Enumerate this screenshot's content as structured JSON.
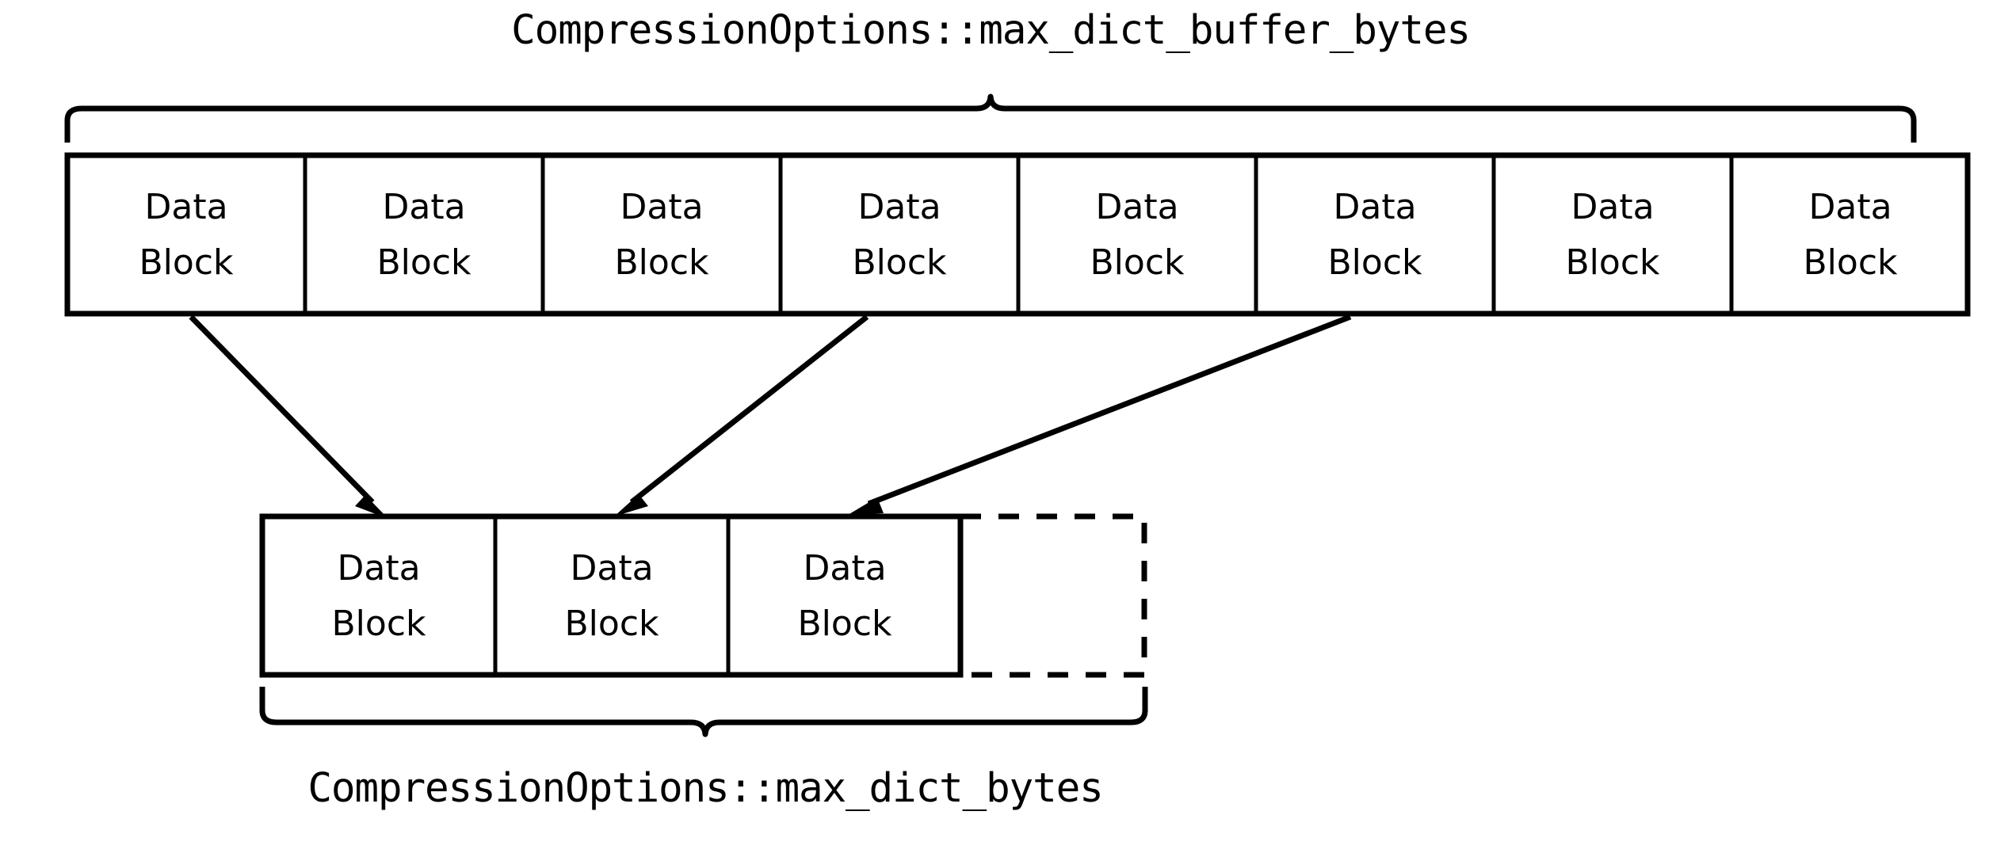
{
  "diagram": {
    "title": "CompressionOptions::max_dict_buffer_bytes",
    "top_brace_label": "CompressionOptions::max_dict_buffer_bytes",
    "bottom_brace_label": "CompressionOptions::max_dict_bytes",
    "colors": {
      "stroke": "#000000",
      "background": "#ffffff",
      "text": "#000000"
    },
    "top_row": {
      "name": "buffered-data-blocks",
      "block_count": 8,
      "blocks": [
        {
          "line1": "Data",
          "line2": "Block"
        },
        {
          "line1": "Data",
          "line2": "Block"
        },
        {
          "line1": "Data",
          "line2": "Block"
        },
        {
          "line1": "Data",
          "line2": "Block"
        },
        {
          "line1": "Data",
          "line2": "Block"
        },
        {
          "line1": "Data",
          "line2": "Block"
        },
        {
          "line1": "Data",
          "line2": "Block"
        },
        {
          "line1": "Data",
          "line2": "Block"
        }
      ]
    },
    "bottom_row": {
      "name": "dictionary-data-blocks",
      "block_count": 3,
      "blocks": [
        {
          "line1": "Data",
          "line2": "Block"
        },
        {
          "line1": "Data",
          "line2": "Block"
        },
        {
          "line1": "Data",
          "line2": "Block"
        }
      ],
      "empty_slot": {
        "name": "unused-dictionary-space",
        "style": "dashed",
        "label": ""
      }
    },
    "arrows": [
      {
        "name": "sample-arrow-1",
        "from_block_index": 0,
        "to_block_index": 0
      },
      {
        "name": "sample-arrow-2",
        "from_block_index": 3,
        "to_block_index": 1
      },
      {
        "name": "sample-arrow-3",
        "from_block_index": 5,
        "to_block_index": 2
      }
    ]
  }
}
